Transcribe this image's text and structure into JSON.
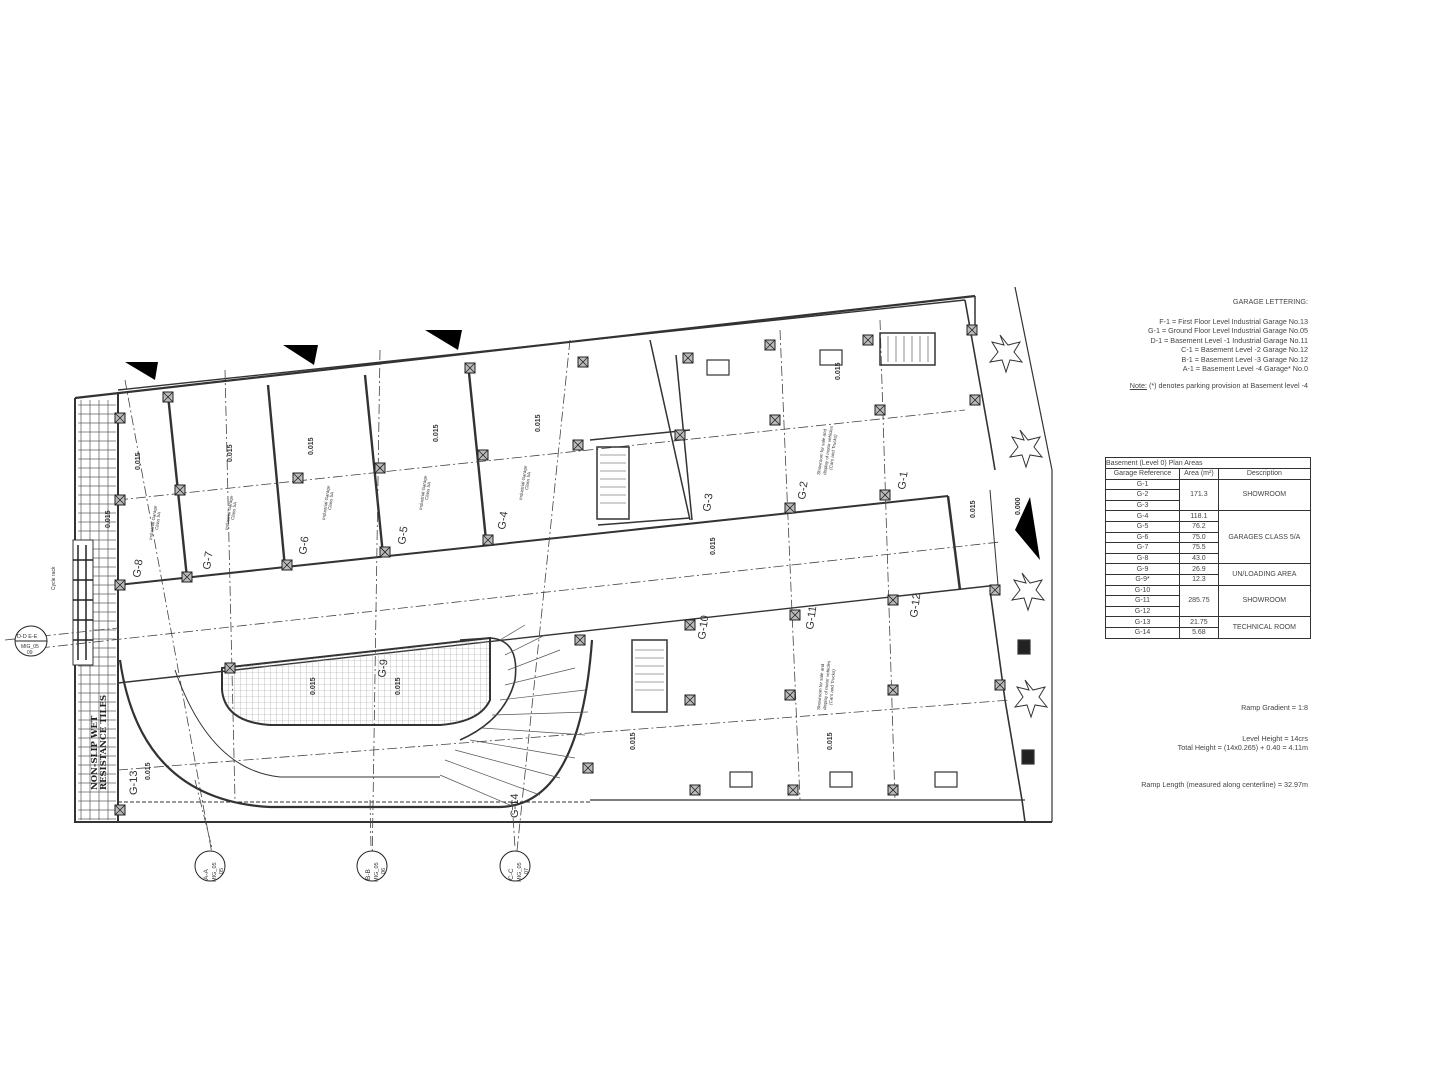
{
  "legend": {
    "title": "GARAGE LETTERING:",
    "lines": [
      "F-1 = First Floor Level Industrial Garage No.13",
      "G-1 = Ground Floor Level Industrial Garage No.05",
      "D-1 = Basement Level -1 Industrial Garage No.11",
      "C-1 = Basement Level -2 Garage No.12",
      "B-1 = Basement Level -3 Garage No.12",
      "A-1 = Basement Level -4 Garage* No.0"
    ],
    "note_label": "Note:",
    "note_text": " (*) denotes parking provision at Basement level -4"
  },
  "areas_table": {
    "title": "Basement (Level 0) Plan Areas",
    "headers": [
      "Garage Reference",
      "Area (m²)",
      "Description"
    ],
    "rows": [
      "G-1",
      "G-2",
      "G-3",
      "G-4",
      "G-5",
      "G-6",
      "G-7",
      "G-8",
      "G-9",
      "G-9*",
      "G-10",
      "G-11",
      "G-12",
      "G-13",
      "G-14"
    ],
    "areas": {
      "g1_3": "171.3",
      "g4": "118.1",
      "g5": "76.2",
      "g6": "75.0",
      "g7": "75.5",
      "g8": "43.0",
      "g9": "26.9",
      "g9s": "12.3",
      "g10_12": "285.75",
      "g13": "21.75",
      "g14": "5.68"
    },
    "descriptions": {
      "showroom1": "SHOWROOM",
      "garages": "GARAGES CLASS 5/A",
      "unloading": "UN/LOADING AREA",
      "showroom2": "SHOWROOM",
      "technical": "TECHNICAL ROOM"
    }
  },
  "notes": {
    "ramp_gradient": "Ramp Gradient = 1:8",
    "level_height": "Level Height = 14crs",
    "total_height": "Total Height = (14x0.265) + 0.40 = 4.11m",
    "ramp_length": "Ramp Length (measured along centerline) = 32.97m"
  },
  "plan": {
    "garage_labels": {
      "g1": "G-1",
      "g2": "G-2",
      "g3": "G-3",
      "g4": "G-4",
      "g5": "G-5",
      "g6": "G-6",
      "g7": "G-7",
      "g8": "G-8",
      "g9": "G-9",
      "g10": "G-10",
      "g11": "G-11",
      "g12": "G-12",
      "g13": "G-13",
      "g14": "G-14"
    },
    "level_mark": "0.015",
    "level_mark_entrance": "0.000",
    "tiles_label_1": "NON-SLIP WET",
    "tiles_label_2": "RESISTANCE TILES",
    "cycle_rack": "Cycle rack",
    "garage_room_1": "Industrial Garage",
    "garage_room_2": "Class 5A",
    "showroom_room_1": "Showroom for sale and",
    "showroom_room_2": "display of motor vehicles",
    "showroom_room_3": "(Cars and Trucks)",
    "sections": {
      "aa": {
        "cut": "A-A",
        "ref": "MIG_05",
        "sheet": "05"
      },
      "bb": {
        "cut": "B-B",
        "ref": "MIG_05",
        "sheet": "06"
      },
      "cc": {
        "cut": "C-C",
        "ref": "MIG_05",
        "sheet": "07"
      },
      "de": {
        "cut": "D-D  E-E",
        "ref": "MIG_05",
        "sheet": "09"
      }
    }
  }
}
